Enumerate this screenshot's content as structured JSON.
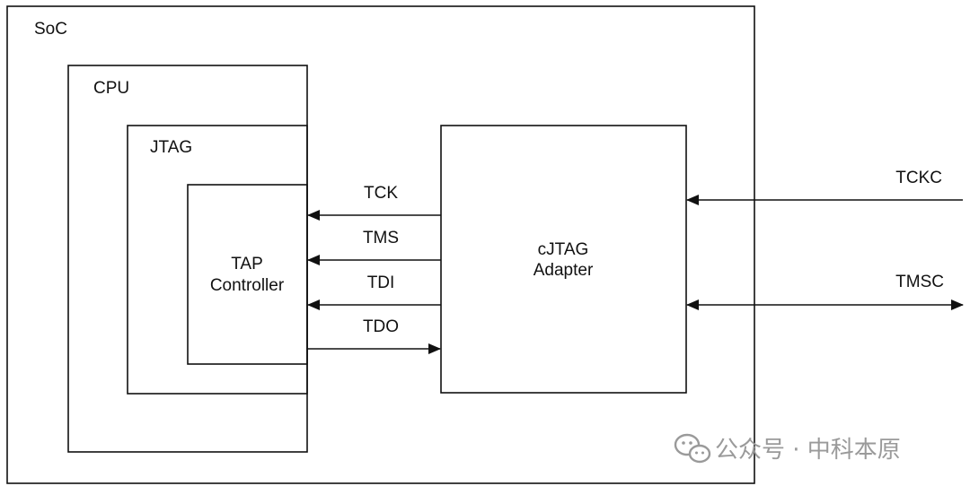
{
  "blocks": {
    "soc": "SoC",
    "cpu": "CPU",
    "jtag": "JTAG",
    "tap_line1": "TAP",
    "tap_line2": "Controller",
    "adapter_line1": "cJTAG",
    "adapter_line2": "Adapter"
  },
  "signals": {
    "tck": "TCK",
    "tms": "TMS",
    "tdi": "TDI",
    "tdo": "TDO",
    "tckc": "TCKC",
    "tmsc": "TMSC"
  },
  "watermark": {
    "text": "公众号 · 中科本原",
    "icon": "wechat-icon"
  },
  "colors": {
    "line": "#111111",
    "watermark": "#9a9a9a"
  }
}
